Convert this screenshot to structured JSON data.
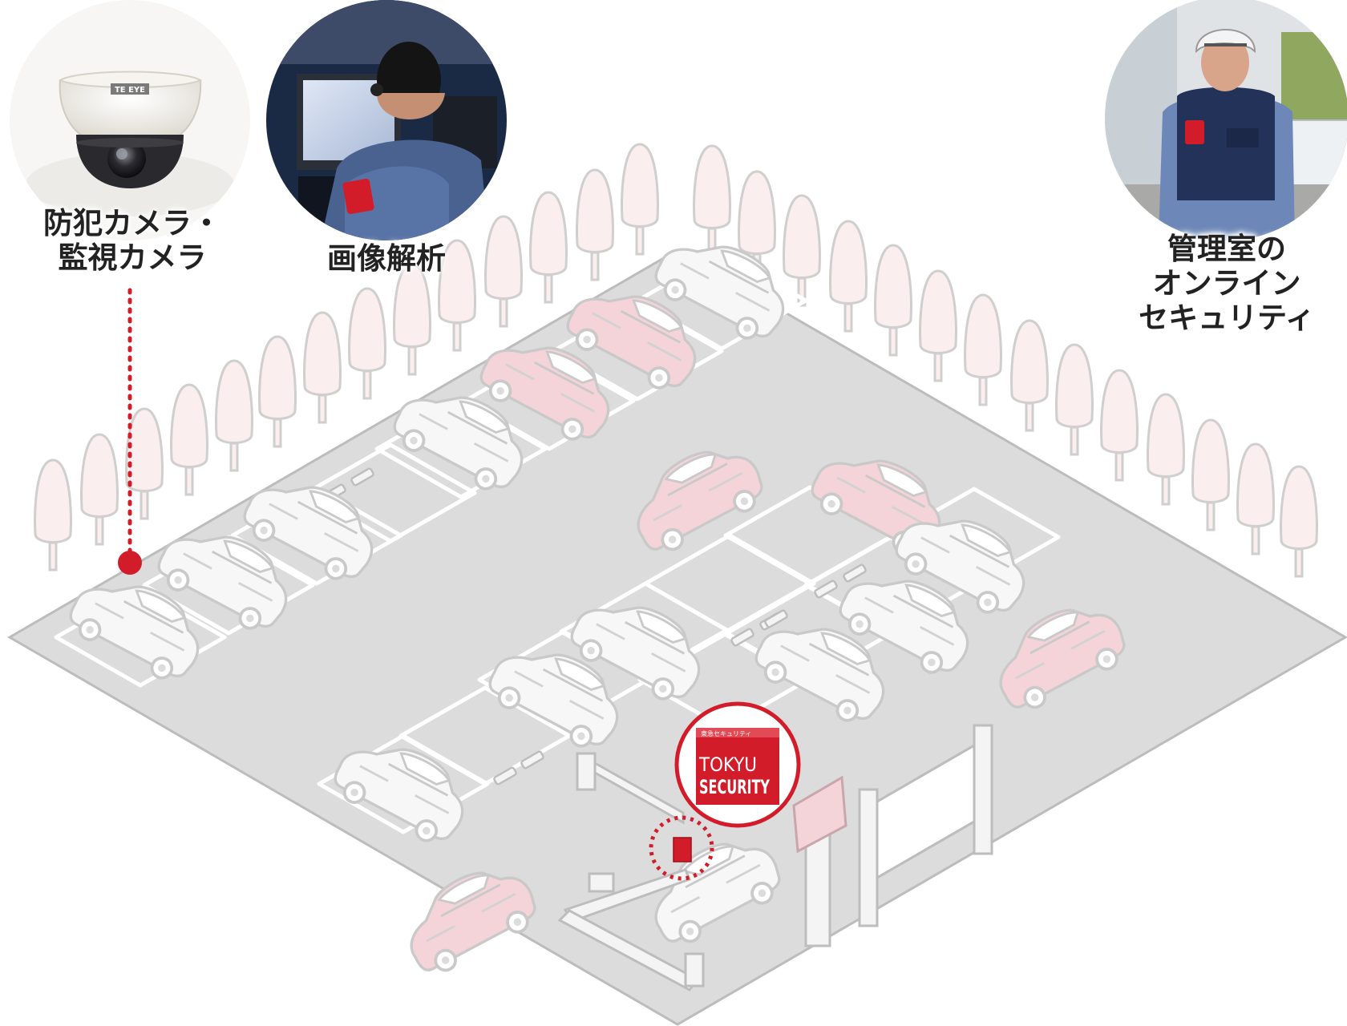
{
  "labels": {
    "camera": [
      "防犯カメラ・",
      "監視カメラ"
    ],
    "analysis": "画像解析",
    "online": [
      "管理室の",
      "オンライン",
      "セキュリティ"
    ]
  },
  "camera_brand": "TE EYE",
  "logo": {
    "small_text": "東急セキュリティ",
    "line1": "TOKYU",
    "line2": "SECURITY"
  },
  "colors": {
    "accent": "#d31c2a",
    "lot": "#dcdcdc",
    "lot_edge": "#c8c8c8",
    "car_white": "#f7f7f7",
    "car_pink": "#f4d4d8",
    "tree": "#fbeeee",
    "text": "#222222"
  }
}
